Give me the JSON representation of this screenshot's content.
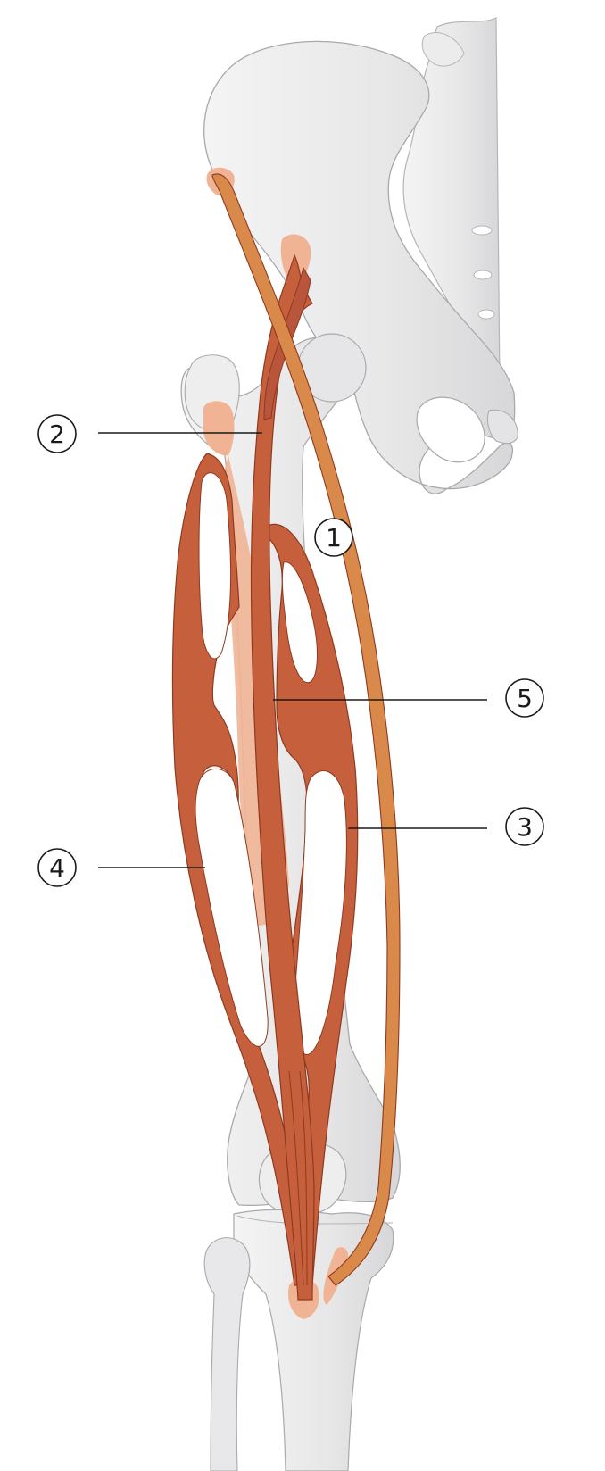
{
  "figure": {
    "background": "#ffffff",
    "colors": {
      "bone_fill": "#e9e9ea",
      "bone_stroke": "#a9a9ab",
      "bone_shadow": "#d2d2d4",
      "muscle_dark": "#c65f3c",
      "muscle_stroke": "#8e3a20",
      "sartorius": "#d9894a",
      "attachment": "#f0b495",
      "leader": "#1a1a1a"
    },
    "callouts": [
      {
        "id": "callout-1",
        "number": "1",
        "icon": "circled-number"
      },
      {
        "id": "callout-2",
        "number": "2",
        "icon": "circled-number"
      },
      {
        "id": "callout-3",
        "number": "3",
        "icon": "circled-number"
      },
      {
        "id": "callout-4",
        "number": "4",
        "icon": "circled-number"
      },
      {
        "id": "callout-5",
        "number": "5",
        "icon": "circled-number"
      }
    ]
  }
}
